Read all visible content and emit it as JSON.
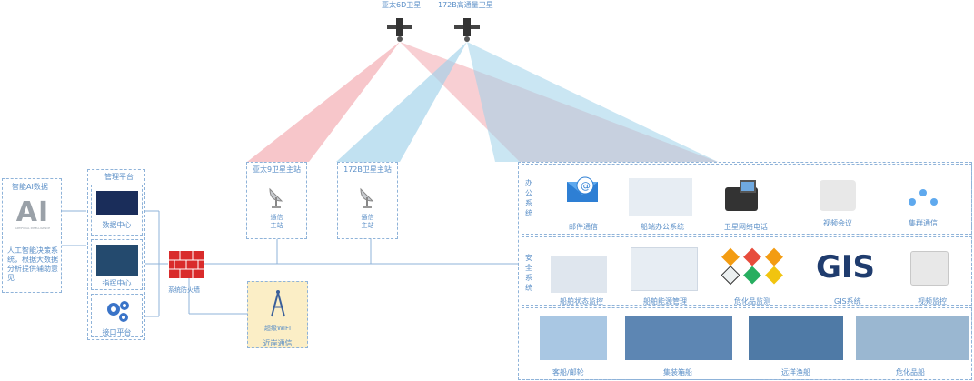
{
  "satellites": [
    {
      "label": "亚太6D卫星"
    },
    {
      "label": "172B高通量卫星"
    }
  ],
  "ai_panel": {
    "title": "智能AI数据",
    "logo_text": "AI",
    "logo_sub": "ARTIFICIAL INTELLIGENCE",
    "desc": "人工智能决策系统，根据大数据分析提供辅助意见"
  },
  "management": {
    "title": "管理平台",
    "items": [
      {
        "label": "数据中心"
      },
      {
        "label": "指挥中心"
      },
      {
        "label": "接口平台"
      }
    ]
  },
  "firewall": {
    "label": "系统防火墙"
  },
  "ground_stations": [
    {
      "title": "亚太9卫星主站",
      "sub": "通信\n主站"
    },
    {
      "title": "172B卫星主站",
      "sub": "通信\n主站"
    }
  ],
  "nearshore": {
    "device": "超级WIFI",
    "label": "近岸通信"
  },
  "office": {
    "title": "办公系统",
    "items": [
      {
        "label": "邮件通信"
      },
      {
        "label": "船端办公系统"
      },
      {
        "label": "卫星网络电话"
      },
      {
        "label": "视频会议"
      },
      {
        "label": "集群通信"
      }
    ]
  },
  "safety": {
    "title": "安全系统",
    "gis_text": "GIS",
    "items": [
      {
        "label": "船舶状态监控"
      },
      {
        "label": "船舶能源管理"
      },
      {
        "label": "危化品监测"
      },
      {
        "label": "GIS系统"
      },
      {
        "label": "视频监控"
      }
    ]
  },
  "ships": {
    "items": [
      {
        "label": "客船/邮轮"
      },
      {
        "label": "集装箱船"
      },
      {
        "label": "远洋渔船"
      },
      {
        "label": "危化品船"
      }
    ]
  },
  "colors": {
    "beam_red": "#f2a7ae",
    "beam_blue": "#9fd1ea",
    "firewall": "#d92b2b",
    "wifi_bg": "#fbeec6",
    "accent": "#5b8fc7"
  }
}
